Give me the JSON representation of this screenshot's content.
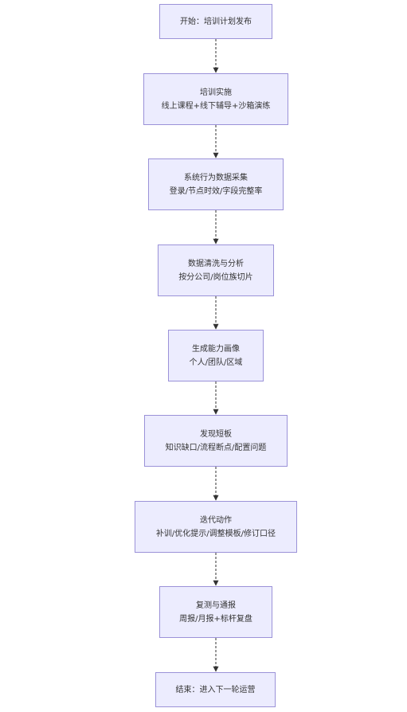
{
  "nodes": [
    {
      "id": "start",
      "lines": [
        "开始：培训计划发布"
      ]
    },
    {
      "id": "training",
      "lines": [
        "培训实施",
        "线上课程+线下辅导+沙箱演练"
      ]
    },
    {
      "id": "collect",
      "lines": [
        "系统行为数据采集",
        "登录/节点时效/字段完整率"
      ]
    },
    {
      "id": "clean",
      "lines": [
        "数据清洗与分析",
        "按分公司/岗位族切片"
      ]
    },
    {
      "id": "profile",
      "lines": [
        "生成能力画像",
        "个人/团队/区域"
      ]
    },
    {
      "id": "gaps",
      "lines": [
        "发现短板",
        "知识缺口/流程断点/配置问题"
      ]
    },
    {
      "id": "iterate",
      "lines": [
        "迭代动作",
        "补训/优化提示/调整模板/修订口径"
      ]
    },
    {
      "id": "review",
      "lines": [
        "复测与通报",
        "周报/月报+标杆复盘"
      ]
    },
    {
      "id": "end",
      "lines": [
        "结束：进入下一轮运营"
      ]
    }
  ],
  "edges": [
    {
      "from": "start",
      "to": "training"
    },
    {
      "from": "training",
      "to": "collect"
    },
    {
      "from": "collect",
      "to": "clean"
    },
    {
      "from": "clean",
      "to": "profile"
    },
    {
      "from": "profile",
      "to": "gaps"
    },
    {
      "from": "gaps",
      "to": "iterate"
    },
    {
      "from": "iterate",
      "to": "review"
    },
    {
      "from": "review",
      "to": "end"
    }
  ],
  "colors": {
    "node_fill": "#ececfe",
    "node_border": "#9b92d8",
    "text": "#333333",
    "edge": "#333333"
  }
}
